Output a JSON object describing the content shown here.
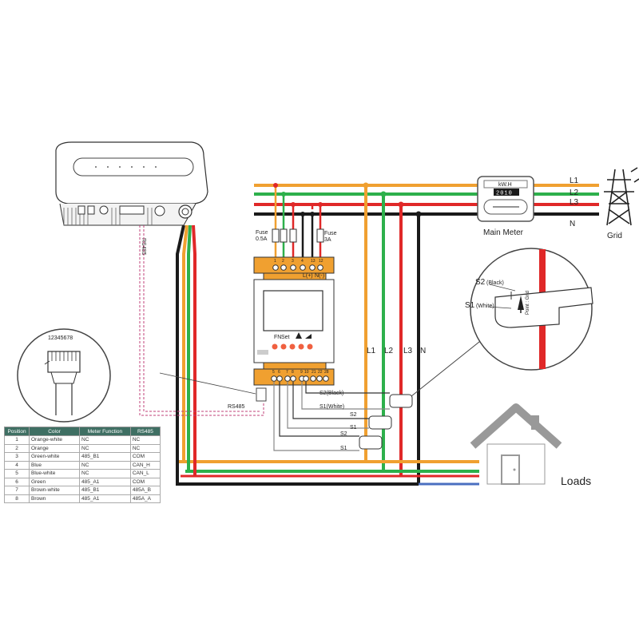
{
  "inverter": {
    "rs485_label": "RS485"
  },
  "meter": {
    "fuse_left": "Fuse\n0.5A",
    "fuse_left_l1": "Fuse",
    "fuse_left_l2": "0.5A",
    "fuse_right_l1": "Fuse",
    "fuse_right_l2": "3A",
    "top_terminals": [
      "1",
      "2",
      "3",
      "4",
      "13",
      "12"
    ],
    "top_lbl_l": "L(+)",
    "top_lbl_n": "N(-)",
    "btn_fn": "FN",
    "btn_set": "Set",
    "bottom_terminals": [
      "5",
      "6",
      "7",
      "8",
      "9",
      "10",
      "21",
      "22",
      "28"
    ],
    "rs485_label": "RS485"
  },
  "ct_labels": {
    "s2_black": "S2(Black)",
    "s1_white": "S1(White)",
    "s2": "S2",
    "s1": "S1",
    "s2b": "S2",
    "s1b": "S1"
  },
  "bus_labels": {
    "l1": "L1",
    "l2": "L2",
    "l3": "L3",
    "n": "N"
  },
  "grid_side": {
    "l1": "L1",
    "l2": "L2",
    "l3": "L3",
    "n": "N",
    "grid": "Grid"
  },
  "main_meter": {
    "title": "Main Meter",
    "unit": "kW.H",
    "reading": "2010"
  },
  "loads": {
    "label": "Loads"
  },
  "ct_detail": {
    "s2": "S2",
    "s2_paren": "(Black)",
    "s1": "S1",
    "s1_paren": "(White)",
    "arrow_label": "Point : Grid"
  },
  "connector": {
    "pins": "12345678"
  },
  "pin_table": {
    "headers": [
      "Position",
      "Color",
      "Meter Function",
      "RS485"
    ],
    "rows": [
      [
        "1",
        "Orange-white",
        "NC",
        "NC"
      ],
      [
        "2",
        "Orange",
        "NC",
        "NC"
      ],
      [
        "3",
        "Green-white",
        "485_B1",
        "COM"
      ],
      [
        "4",
        "Blue",
        "NC",
        "CAN_H"
      ],
      [
        "5",
        "Blue-white",
        "NC",
        "CAN_L"
      ],
      [
        "6",
        "Green",
        "485_A1",
        "COM"
      ],
      [
        "7",
        "Brown-white",
        "485_B1",
        "485A_B"
      ],
      [
        "8",
        "Brown",
        "485_A1",
        "485A_A"
      ]
    ]
  },
  "colors": {
    "orange": "#f0a030",
    "green": "#2db04b",
    "red": "#e02828",
    "black": "#1a1a1a",
    "blue": "#4a6fc0",
    "table_header": "#3f6f63"
  }
}
